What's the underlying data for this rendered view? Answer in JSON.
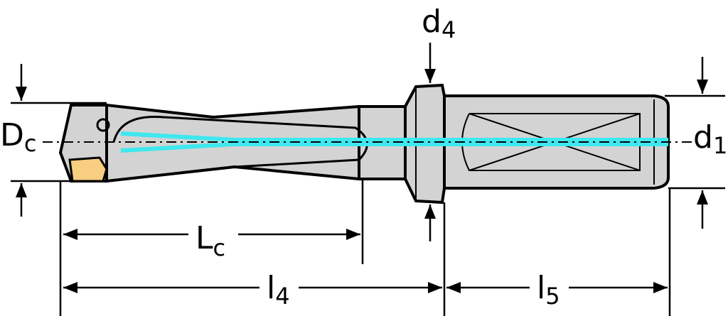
{
  "labels": {
    "Dc": {
      "base": "D",
      "sub": "c"
    },
    "d4": {
      "base": "d",
      "sub": "4"
    },
    "d1": {
      "base": "d",
      "sub": "1"
    },
    "Lc": {
      "base": "L",
      "sub": "c"
    },
    "l4": {
      "base": "l",
      "sub": "4"
    },
    "l5": {
      "base": "l",
      "sub": "5"
    }
  },
  "colors": {
    "body": "#d3d3d3",
    "insert": "#f8cf80",
    "coolant": "#3ee8ee",
    "line": "#000000"
  }
}
